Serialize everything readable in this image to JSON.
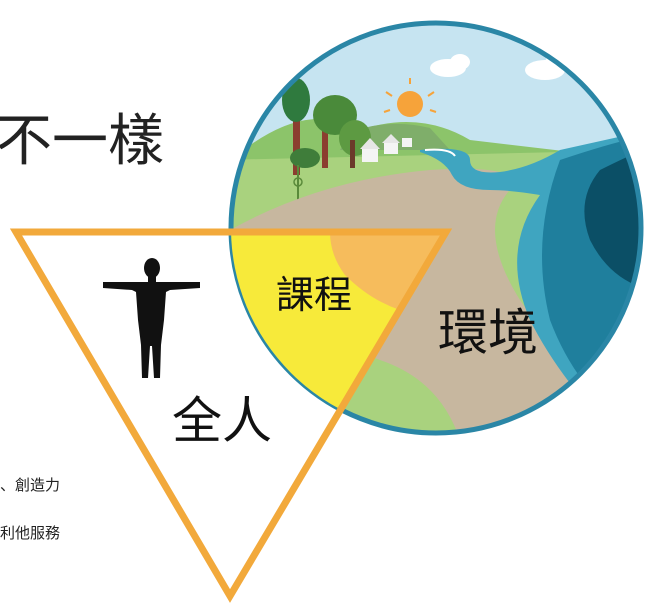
{
  "heading_fragment": "不一樣",
  "labels": {
    "whole_person": "全人",
    "curriculum": "課程",
    "environment": "環境"
  },
  "side_text": {
    "line1": "、創造力",
    "line2": "利他服務"
  },
  "colors": {
    "triangle_stroke": "#f2a93b",
    "overlap_yellow": "#f7ea3a",
    "overlap_orange": "#f6bc5c",
    "circle_border": "#2a86a6",
    "sky": "#c6e4f1",
    "grass": "#a9d27e",
    "path": "#c7b79f",
    "water": "#3fa5c0",
    "deep_water": "#0b4f66"
  },
  "icons": [
    "human-figure-icon",
    "sun-icon",
    "cloud-icon",
    "tree-icon",
    "house-icon",
    "mountain-icon",
    "river-icon"
  ]
}
